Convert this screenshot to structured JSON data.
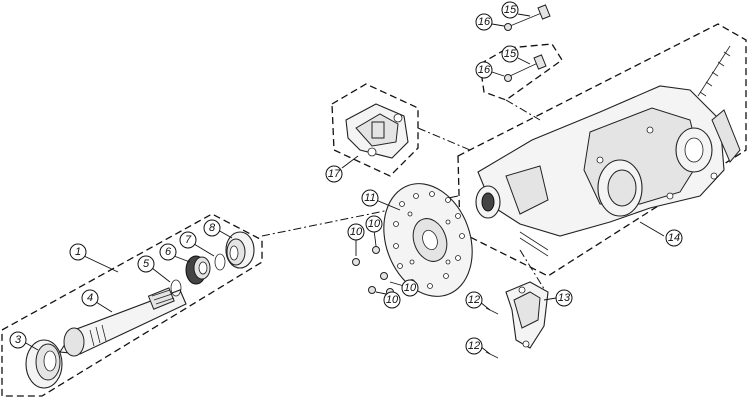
{
  "callouts": [
    {
      "id": "1",
      "label": "1"
    },
    {
      "id": "3",
      "label": "3"
    },
    {
      "id": "4",
      "label": "4"
    },
    {
      "id": "5",
      "label": "5"
    },
    {
      "id": "6",
      "label": "6"
    },
    {
      "id": "7",
      "label": "7"
    },
    {
      "id": "8",
      "label": "8"
    },
    {
      "id": "10a",
      "label": "10"
    },
    {
      "id": "10b",
      "label": "10"
    },
    {
      "id": "10c",
      "label": "10"
    },
    {
      "id": "10d",
      "label": "10"
    },
    {
      "id": "11",
      "label": "11"
    },
    {
      "id": "12a",
      "label": "12"
    },
    {
      "id": "12b",
      "label": "12"
    },
    {
      "id": "13",
      "label": "13"
    },
    {
      "id": "14",
      "label": "14"
    },
    {
      "id": "15a",
      "label": "15"
    },
    {
      "id": "15b",
      "label": "15"
    },
    {
      "id": "16a",
      "label": "16"
    },
    {
      "id": "16b",
      "label": "16"
    },
    {
      "id": "17",
      "label": "17"
    }
  ]
}
